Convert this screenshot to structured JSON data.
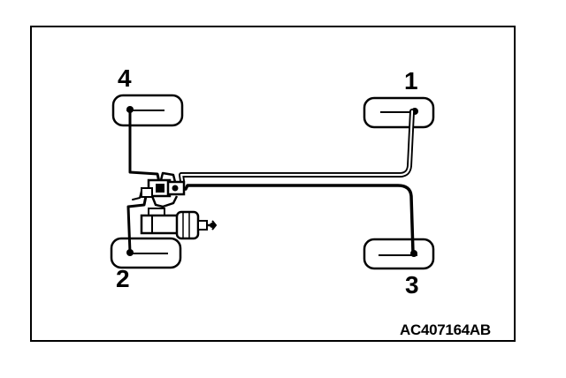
{
  "wheels": {
    "front_right": {
      "label": "1"
    },
    "rear_left": {
      "label": "2"
    },
    "rear_right": {
      "label": "3"
    },
    "front_left": {
      "label": "4"
    }
  },
  "figure_code": "AC407164AB",
  "colors": {
    "line": "#000000",
    "background": "#ffffff"
  }
}
